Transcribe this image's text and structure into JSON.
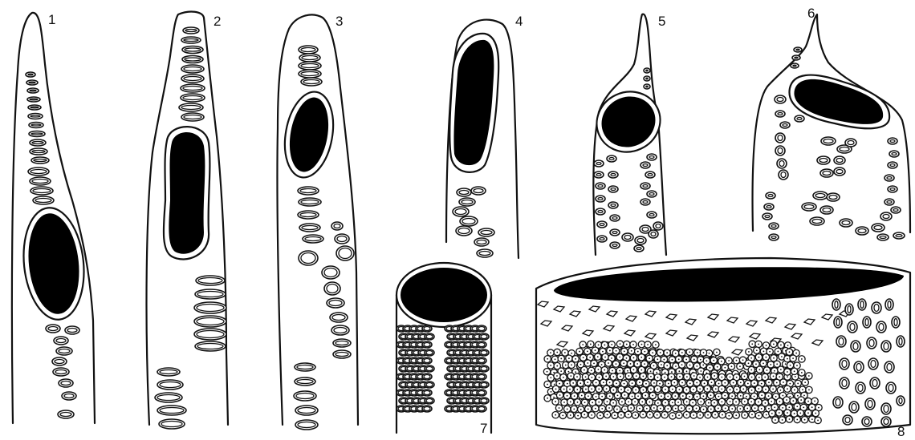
{
  "figure": {
    "panels": [
      {
        "id": "1",
        "label": "1"
      },
      {
        "id": "2",
        "label": "2"
      },
      {
        "id": "3",
        "label": "3"
      },
      {
        "id": "4",
        "label": "4"
      },
      {
        "id": "5",
        "label": "5"
      },
      {
        "id": "6",
        "label": "6"
      },
      {
        "id": "7",
        "label": "7"
      },
      {
        "id": "8",
        "label": "8"
      }
    ]
  }
}
